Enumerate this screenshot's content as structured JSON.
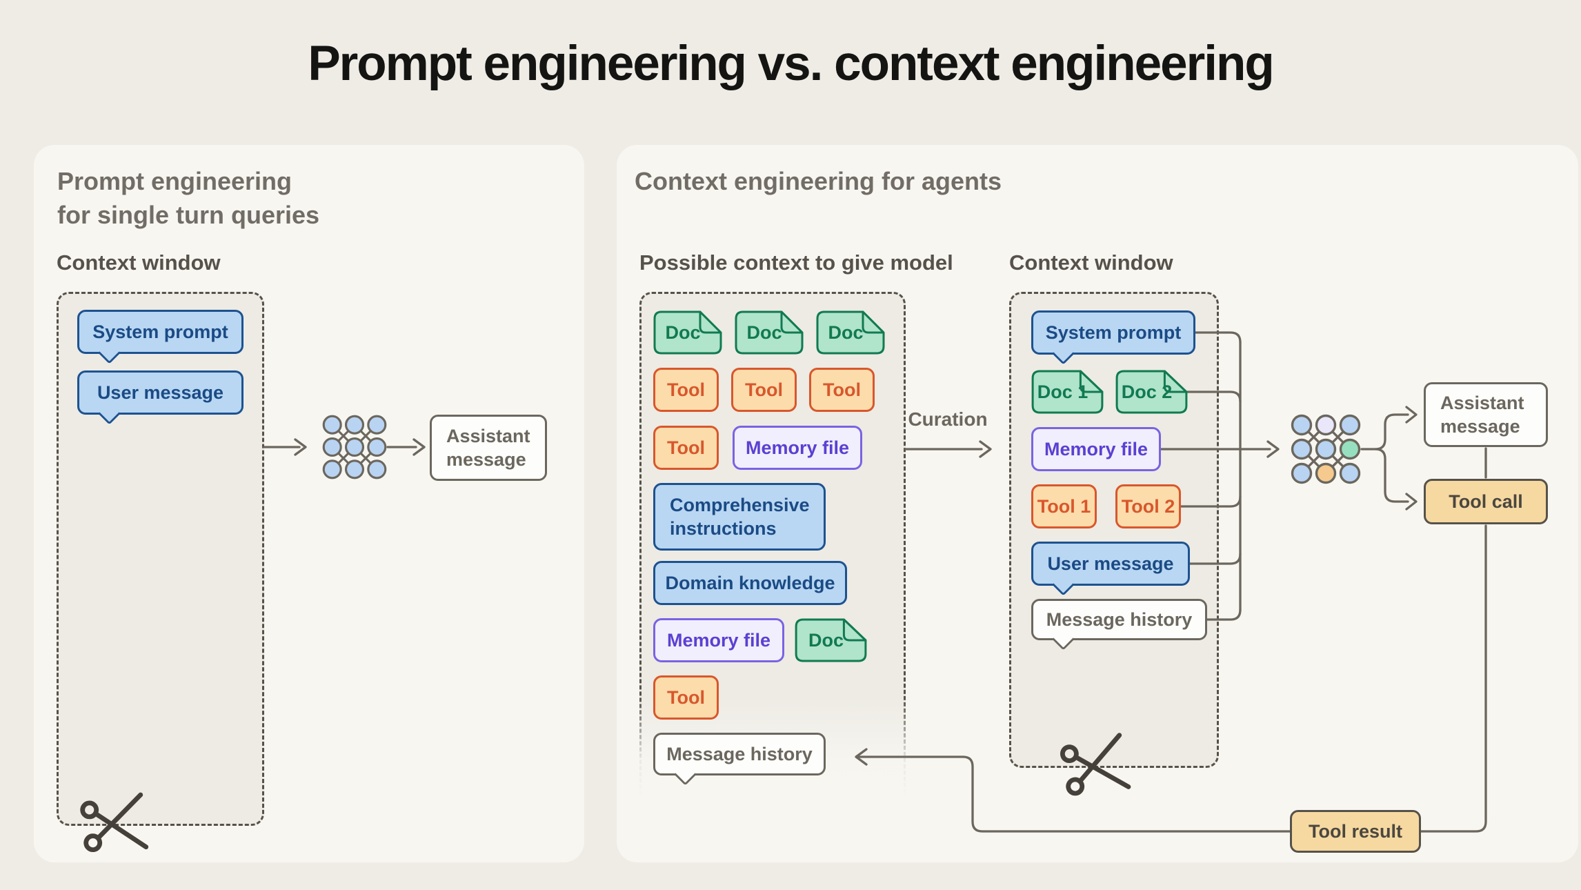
{
  "title": "Prompt engineering vs. context engineering",
  "colors": {
    "page-bg": "#efece6",
    "panel-bg": "#f8f6f1",
    "window-bg": "#edebe4",
    "dash": "#56524a",
    "line": "#6b675e",
    "heading": "#716d66",
    "label": "#56524b",
    "title": "#141413",
    "blue-fill": "#b9d7f3",
    "blue-border": "#1d5290",
    "blue-text": "#1b4b85",
    "green-fill": "#b0e4cb",
    "green-border": "#117a50",
    "orange-fill": "#fcdcab",
    "orange-border": "#d8572c",
    "purple-fill": "#f1effd",
    "purple-border": "#7a63e2",
    "purple-text": "#5b40d2",
    "tan-fill": "#f6d9a1",
    "tan-border": "#56524a",
    "tan-text": "#4b473f",
    "white-fill": "#fdfdfb",
    "nn-blue": "#b9d3f2",
    "nn-lavender": "#eae7fb",
    "nn-green": "#97e0bf",
    "nn-orange": "#f6ca8e"
  },
  "left_panel": {
    "heading": "Prompt engineering\nfor single turn queries",
    "context_window_label": "Context window",
    "system_prompt_chip": "System prompt",
    "user_message_chip": "User message",
    "assistant_message_box": "Assistant message"
  },
  "right_panel": {
    "heading": "Context engineering for agents",
    "possible_context_label": "Possible context to give model",
    "context_window_label": "Context window",
    "curation_label": "Curation",
    "possible_context": {
      "doc_chip": "Doc",
      "tool_chip": "Tool",
      "memory_file_chip": "Memory file",
      "comprehensive_instructions_chip": "Comprehensive instructions",
      "domain_knowledge_chip": "Domain knowledge",
      "message_history_chip": "Message history"
    },
    "context_window": {
      "system_prompt_chip": "System prompt",
      "doc1_chip": "Doc 1",
      "doc2_chip": "Doc 2",
      "memory_file_chip": "Memory file",
      "tool1_chip": "Tool 1",
      "tool2_chip": "Tool 2",
      "user_message_chip": "User message",
      "message_history_chip": "Message history"
    },
    "outputs": {
      "assistant_message_box": "Assistant message",
      "tool_call_box": "Tool call",
      "tool_result_box": "Tool result"
    }
  }
}
